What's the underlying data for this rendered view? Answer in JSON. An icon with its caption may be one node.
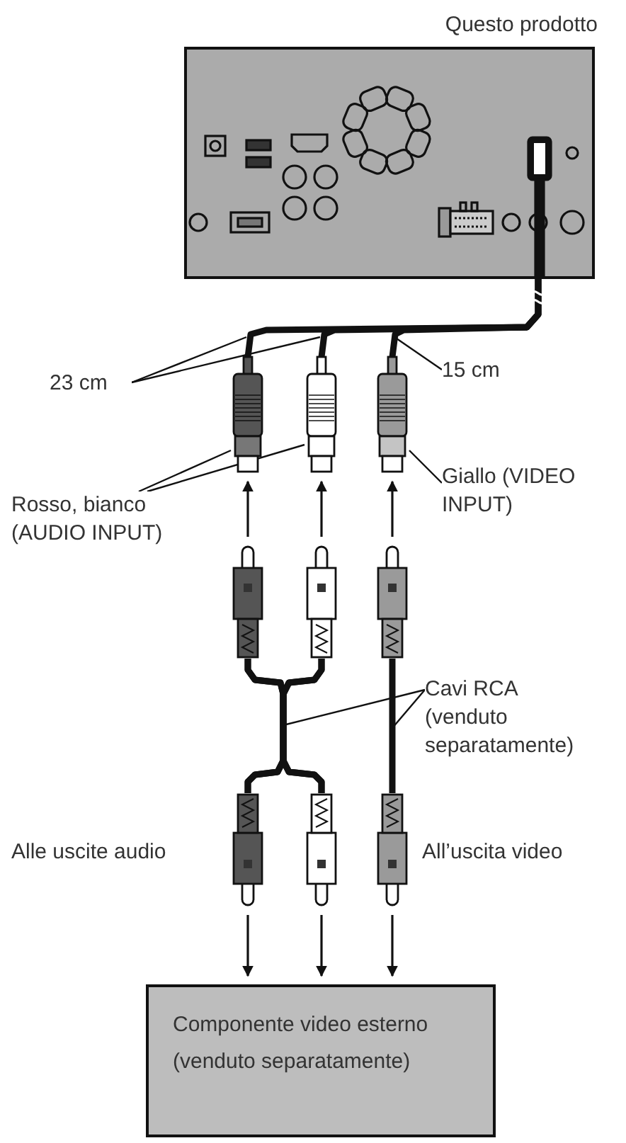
{
  "diagram": {
    "nodes": [
      {
        "text": [
          "Questo prodotto"
        ]
      },
      {
        "text": [
          "23 cm"
        ]
      },
      {
        "text": [
          "15 cm"
        ]
      },
      {
        "text": [],
        "shape": "picture"
      },
      {
        "text": [],
        "shape": "picture"
      },
      {
        "text": [],
        "shape": "picture"
      },
      {
        "text": [
          "Rosso, bianco (AUDIO INPUT)"
        ]
      },
      {
        "text": [
          "Giallo (VIDEO INPUT)"
        ]
      },
      {
        "text": [],
        "shape": "picture"
      },
      {
        "text": [],
        "shape": "picture"
      },
      {
        "text": [],
        "shape": "picture"
      },
      {
        "text": [
          "Cavi RCA (venduto separatamente)"
        ]
      },
      {
        "text": [],
        "shape": "picture"
      },
      {
        "text": [],
        "shape": "picture"
      },
      {
        "text": [],
        "shape": "picture"
      },
      {
        "text": [
          "Componente video esterno (venduto separatamente)"
        ]
      }
    ],
    "edges": [
      {
        "from": 0,
        "to": 3,
        "arrow": "none",
        "style": "thick"
      },
      {
        "from": 0,
        "to": 4,
        "arrow": "none",
        "style": "thick"
      },
      {
        "from": 0,
        "to": 5,
        "arrow": "none",
        "style": "thick"
      },
      {
        "from": 1,
        "to": null,
        "arrow": "none"
      },
      {
        "from": 1,
        "to": null,
        "arrow": "none"
      },
      {
        "from": 2,
        "to": null,
        "arrow": "none"
      },
      {
        "from": 6,
        "to": 3,
        "arrow": "none"
      },
      {
        "from": 6,
        "to": 4,
        "arrow": "none"
      },
      {
        "from": 7,
        "to": 5,
        "arrow": "none"
      },
      {
        "from": 8,
        "to": 3,
        "arrow": "to"
      },
      {
        "from": 9,
        "to": 4,
        "arrow": "to"
      },
      {
        "from": 10,
        "to": 5,
        "arrow": "to"
      },
      {
        "from": 8,
        "to": 12,
        "arrow": "none",
        "style": "thick"
      },
      {
        "from": 8,
        "to": 13,
        "arrow": "none",
        "style": "thick"
      },
      {
        "from": 9,
        "to": 12,
        "arrow": "none",
        "style": "thick"
      },
      {
        "from": 9,
        "to": 13,
        "arrow": "none",
        "style": "thick"
      },
      {
        "from": 10,
        "to": 14,
        "arrow": "none",
        "style": "thick"
      },
      {
        "from": 11,
        "to": null,
        "arrow": "none"
      },
      {
        "from": 11,
        "to": null,
        "arrow": "none"
      },
      {
        "from": 12,
        "to": 15,
        "arrow": "to"
      },
      {
        "from": 13,
        "to": 15,
        "arrow": "to"
      },
      {
        "from": 14,
        "to": 15,
        "arrow": "to"
      }
    ],
    "labels": [
      "Alle uscite audio",
      "All’uscita video"
    ]
  }
}
